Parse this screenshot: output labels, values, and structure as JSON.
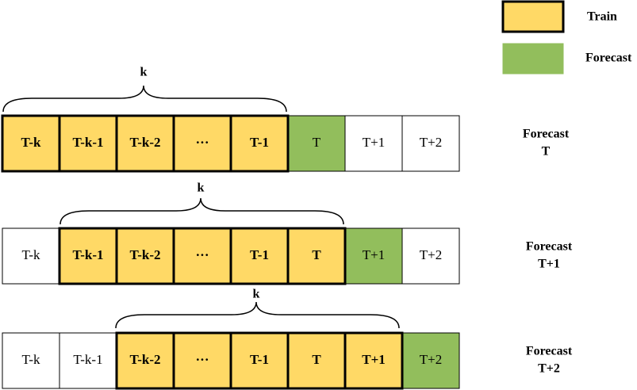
{
  "legend": {
    "train_label": "Train",
    "forecast_label": "Forecast"
  },
  "colors": {
    "train": "#FFD966",
    "forecast": "#92BE5C",
    "empty": "#FFFFFF",
    "border": "#000000"
  },
  "rows": [
    {
      "k_label": "k",
      "cells": [
        {
          "text": "T-k",
          "kind": "train"
        },
        {
          "text": "T-k-1",
          "kind": "train"
        },
        {
          "text": "T-k-2",
          "kind": "train"
        },
        {
          "text": "···",
          "kind": "train"
        },
        {
          "text": "T-1",
          "kind": "train"
        },
        {
          "text": "T",
          "kind": "forecast"
        },
        {
          "text": "T+1",
          "kind": "empty"
        },
        {
          "text": "T+2",
          "kind": "empty"
        }
      ],
      "caption_line1": "Forecast",
      "caption_line2": "T"
    },
    {
      "k_label": "k",
      "cells": [
        {
          "text": "T-k",
          "kind": "empty"
        },
        {
          "text": "T-k-1",
          "kind": "train"
        },
        {
          "text": "T-k-2",
          "kind": "train"
        },
        {
          "text": "···",
          "kind": "train"
        },
        {
          "text": "T-1",
          "kind": "train"
        },
        {
          "text": "T",
          "kind": "train"
        },
        {
          "text": "T+1",
          "kind": "forecast"
        },
        {
          "text": "T+2",
          "kind": "empty"
        }
      ],
      "caption_line1": "Forecast",
      "caption_line2": "T+1"
    },
    {
      "k_label": "k",
      "cells": [
        {
          "text": "T-k",
          "kind": "empty"
        },
        {
          "text": "T-k-1",
          "kind": "empty"
        },
        {
          "text": "T-k-2",
          "kind": "train"
        },
        {
          "text": "···",
          "kind": "train"
        },
        {
          "text": "T-1",
          "kind": "train"
        },
        {
          "text": "T",
          "kind": "train"
        },
        {
          "text": "T+1",
          "kind": "train"
        },
        {
          "text": "T+2",
          "kind": "forecast"
        }
      ],
      "caption_line1": "Forecast",
      "caption_line2": "T+2"
    }
  ]
}
